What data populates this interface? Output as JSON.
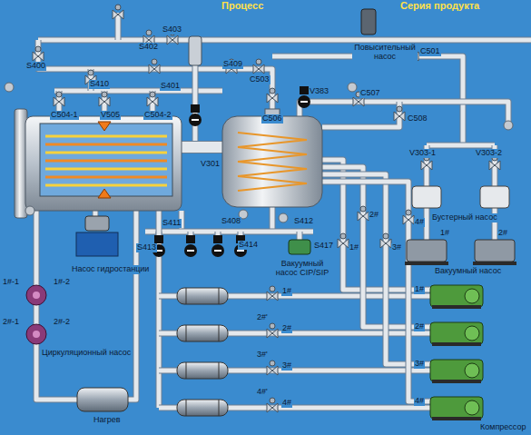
{
  "diagram": {
    "labels": [
      "Процесс",
      "Серия продукта",
      "S403",
      "S402",
      "S400",
      "S410",
      "S401",
      "S409",
      "C503",
      "C504-1",
      "V505",
      "C504-2",
      "C506",
      "V383",
      "C507",
      "C508",
      "C501",
      "Повысительный насос",
      "V301",
      "S411",
      "S408",
      "S412",
      "S413",
      "S414",
      "S417",
      "Вакуумный насос CIP/SIP",
      "Насос гидростанции",
      "1#-1",
      "1#-2",
      "2#-1",
      "2#-2",
      "Циркуляционный насос",
      "Нагрев",
      "V303-1",
      "V303-2",
      "Бустерный насос",
      "1#",
      "2#",
      "Вакуумный насос",
      "1#",
      "2#",
      "3#",
      "4#",
      "1#",
      "2#'",
      "2#",
      "3#'",
      "3#",
      "4#'",
      "4#",
      "1#",
      "2#",
      "3#",
      "4#",
      "Компрессор"
    ]
  }
}
